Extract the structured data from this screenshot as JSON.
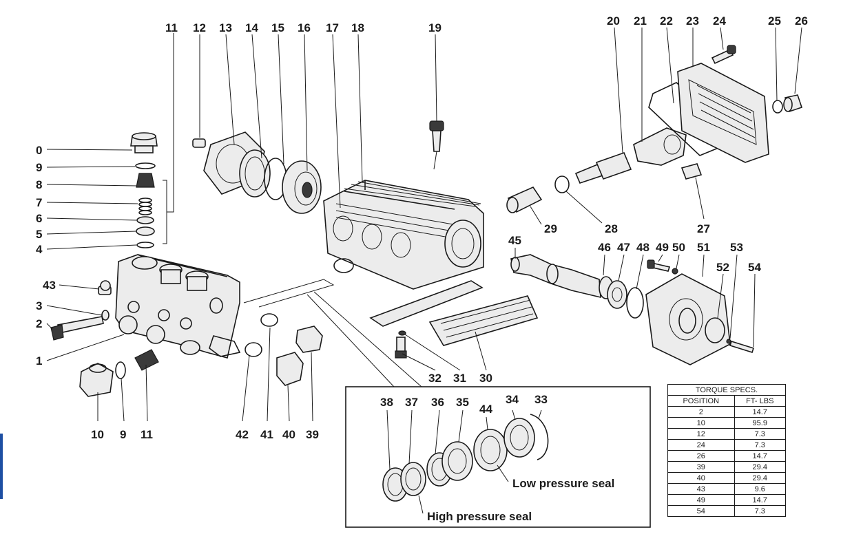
{
  "labels": {
    "l0": "0",
    "l9a": "9",
    "l8": "8",
    "l7": "7",
    "l6": "6",
    "l5": "5",
    "l4": "4",
    "l43": "43",
    "l3": "3",
    "l2": "2",
    "l1": "1",
    "l11a": "11",
    "l12": "12",
    "l13": "13",
    "l14": "14",
    "l15": "15",
    "l16": "16",
    "l17": "17",
    "l18": "18",
    "l19": "19",
    "l20": "20",
    "l21": "21",
    "l22": "22",
    "l23": "23",
    "l24": "24",
    "l25": "25",
    "l26": "26",
    "l29": "29",
    "l28": "28",
    "l27": "27",
    "l45": "45",
    "l46": "46",
    "l47": "47",
    "l48": "48",
    "l49": "49",
    "l50": "50",
    "l51": "51",
    "l53": "53",
    "l52": "52",
    "l54": "54",
    "l10": "10",
    "l9b": "9",
    "l11b": "11",
    "l42": "42",
    "l41": "41",
    "l40": "40",
    "l39": "39",
    "l32": "32",
    "l31": "31",
    "l30": "30",
    "l38": "38",
    "l37": "37",
    "l36": "36",
    "l35": "35",
    "l44": "44",
    "l34": "34",
    "l33": "33"
  },
  "notes": {
    "low_seal": "Low pressure seal",
    "high_seal": "High pressure seal"
  },
  "torque_table": {
    "title": "TORQUE SPECS.",
    "col_position": "POSITION",
    "col_ftlbs": "FT- LBS",
    "rows": [
      {
        "position": "2",
        "ftlbs": "14.7"
      },
      {
        "position": "10",
        "ftlbs": "95.9"
      },
      {
        "position": "12",
        "ftlbs": "7.3"
      },
      {
        "position": "24",
        "ftlbs": "7.3"
      },
      {
        "position": "26",
        "ftlbs": "14.7"
      },
      {
        "position": "39",
        "ftlbs": "29.4"
      },
      {
        "position": "40",
        "ftlbs": "29.4"
      },
      {
        "position": "43",
        "ftlbs": "9.6"
      },
      {
        "position": "49",
        "ftlbs": "14.7"
      },
      {
        "position": "54",
        "ftlbs": "7.3"
      }
    ]
  }
}
